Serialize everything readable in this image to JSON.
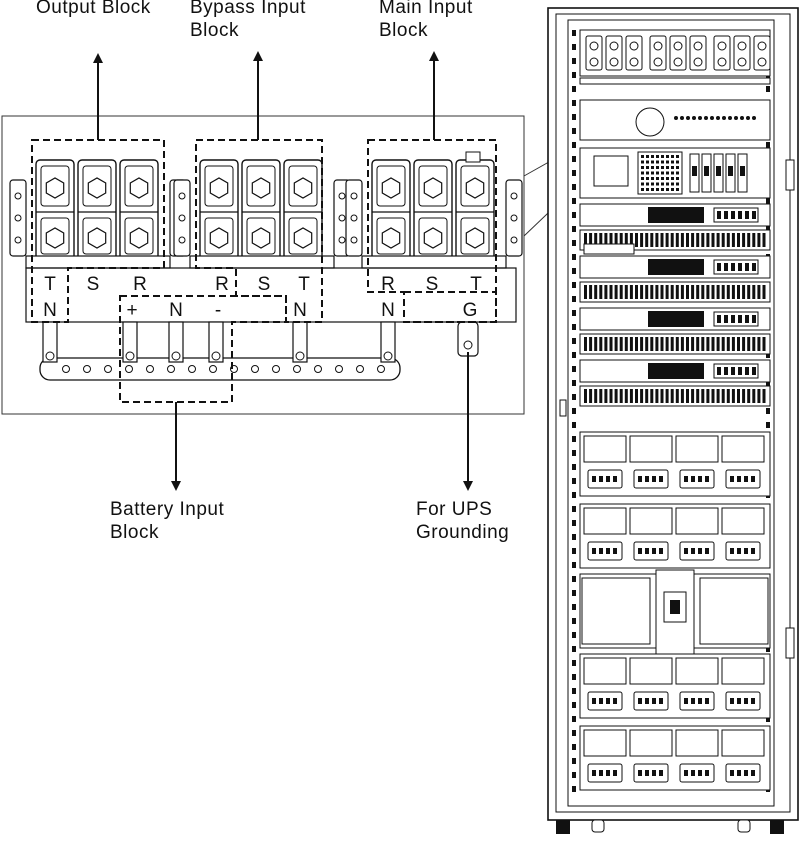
{
  "callouts": {
    "output_block": [
      "Output Block"
    ],
    "bypass_input_block": [
      "Bypass Input",
      "Block"
    ],
    "main_input_block": [
      "Main Input",
      "Block"
    ],
    "battery_input_block": [
      "Battery Input",
      "Block"
    ],
    "ups_grounding": [
      "For UPS",
      "Grounding"
    ]
  },
  "terminals": {
    "output_top": [
      "T",
      "S",
      "R"
    ],
    "output_neutral": "N",
    "battery": [
      "+",
      "N",
      "-"
    ],
    "bypass_top": [
      "R",
      "S",
      "T"
    ],
    "bypass_neutral": "N",
    "main_top": [
      "R",
      "S",
      "T"
    ],
    "main_neutral": "N",
    "ground": "G"
  },
  "colors": {
    "line": "#111111",
    "panel_fill": "#ffffff"
  }
}
